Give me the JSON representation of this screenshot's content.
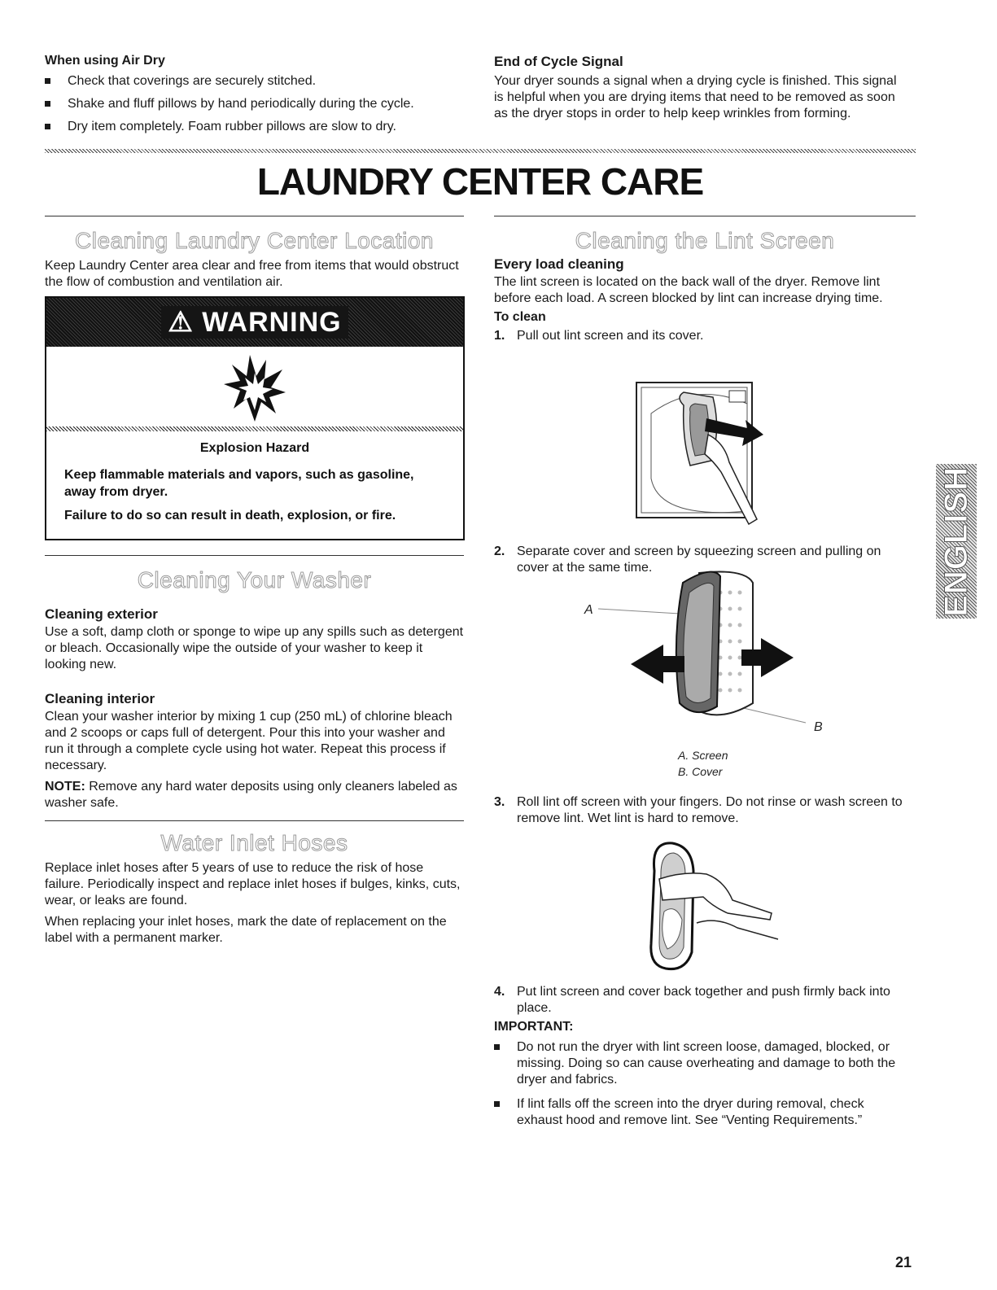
{
  "air_dry": {
    "heading": "When using Air Dry",
    "items": [
      "Check that coverings are securely stitched.",
      "Shake and fluff pillows by hand periodically during the cycle.",
      "Dry item completely. Foam rubber pillows are slow to dry."
    ]
  },
  "end_signal": {
    "heading": "End of Cycle Signal",
    "text": "Your dryer sounds a signal when a drying cycle is finished. This signal is helpful when you are drying items that need to be removed as soon as the dryer stops in order to help keep wrinkles from forming."
  },
  "page_title": "LAUNDRY CENTER CARE",
  "location": {
    "title": "Cleaning Laundry Center Location",
    "text": "Keep Laundry Center area clear and free from items that would obstruct the flow of combustion and ventilation air."
  },
  "warning": {
    "title": "⚠ WARNING",
    "hazard": "Explosion Hazard",
    "line1": "Keep flammable materials and vapors, such as gasoline, away from dryer.",
    "line2": "Failure to do so can result in death, explosion, or fire."
  },
  "washer": {
    "title": "Cleaning Your Washer",
    "exterior_heading": "Cleaning exterior",
    "exterior_text": "Use a soft, damp cloth or sponge to wipe up any spills such as detergent or bleach. Occasionally wipe the outside of your washer to keep it looking new.",
    "interior_heading": "Cleaning interior",
    "interior_text": "Clean your washer interior by mixing 1 cup (250 mL) of chlorine bleach and 2 scoops or caps full of detergent. Pour this into your washer and run it through a complete cycle using hot water. Repeat this process if necessary.",
    "note_label": "NOTE:",
    "note_text": " Remove any hard water deposits using only cleaners labeled as washer safe."
  },
  "hoses": {
    "title": "Water Inlet Hoses",
    "text1": "Replace inlet hoses after 5 years of use to reduce the risk of hose failure. Periodically inspect and replace inlet hoses if bulges, kinks, cuts, wear, or leaks are found.",
    "text2": "When replacing your inlet hoses, mark the date of replacement on the label with a permanent marker."
  },
  "lint": {
    "title": "Cleaning the Lint Screen",
    "every_heading": "Every load cleaning",
    "every_text": "The lint screen is located on the back wall of the dryer. Remove lint before each load. A screen blocked by lint can increase drying time.",
    "to_clean": "To clean",
    "step1_num": "1.",
    "step1": "Pull out lint screen and its cover.",
    "step2_num": "2.",
    "step2": "Separate cover and screen by squeezing screen and pulling on cover at the same time.",
    "label_a": "A",
    "label_b": "B",
    "caption_a": "A. Screen",
    "caption_b": "B. Cover",
    "step3_num": "3.",
    "step3": "Roll lint off screen with your fingers. Do not rinse or wash screen to remove lint. Wet lint is hard to remove.",
    "step4_num": "4.",
    "step4": "Put lint screen and cover back together and push firmly back into place.",
    "important": "IMPORTANT:",
    "imp_items": [
      "Do not run the dryer with lint screen loose, damaged, blocked, or missing. Doing so can cause overheating and damage to both the dryer and fabrics.",
      "If lint falls off the screen into the dryer during removal, check exhaust hood and remove lint. See “Venting Requirements.”"
    ]
  },
  "side_tab": "ENGLISH",
  "page_number": "21"
}
